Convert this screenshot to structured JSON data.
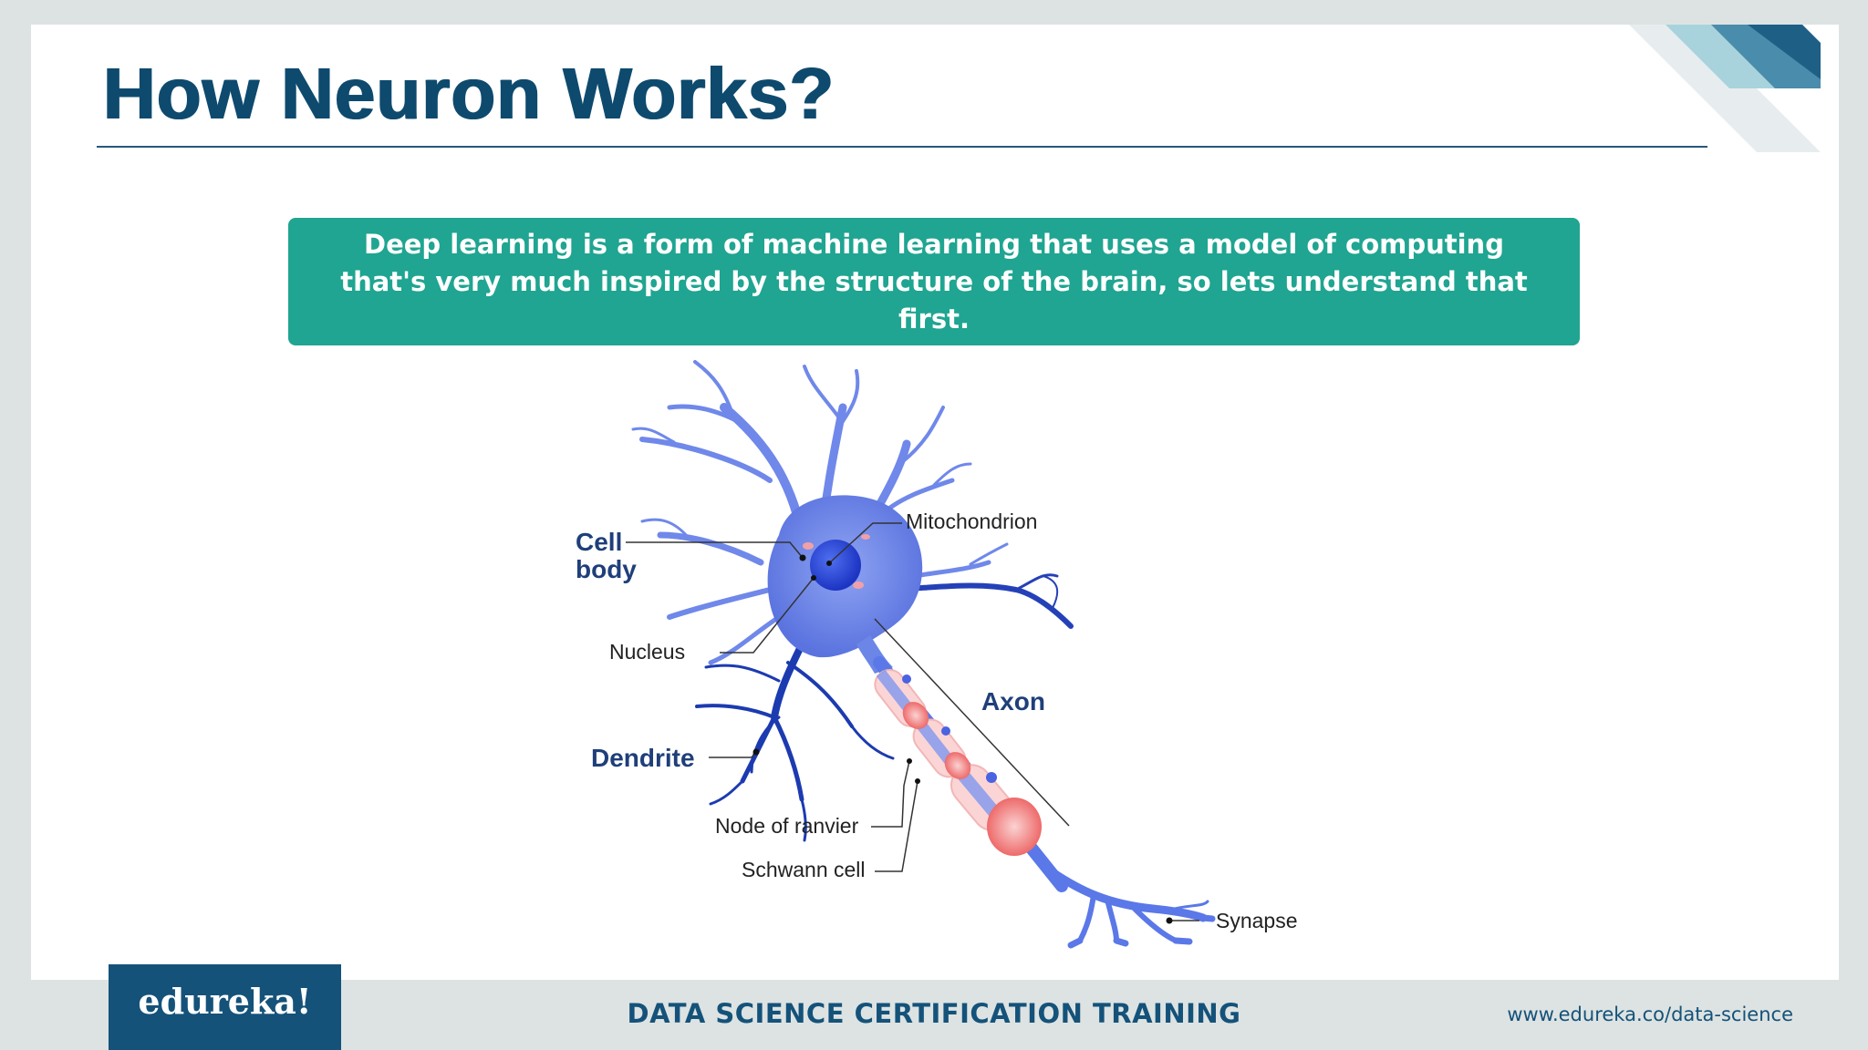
{
  "slide": {
    "title": "How Neuron Works?",
    "intro_text": "Deep learning is a form of machine learning that uses a model of computing that's very much inspired by the structure of the brain, so lets understand that first."
  },
  "diagram": {
    "labels": {
      "cell_body_line1": "Cell",
      "cell_body_line2": "body",
      "mitochondrion": "Mitochondrion",
      "nucleus": "Nucleus",
      "axon": "Axon",
      "dendrite": "Dendrite",
      "node_of_ranvier": "Node of ranvier",
      "schwann_cell": "Schwann cell",
      "synapse": "Synapse"
    }
  },
  "footer": {
    "logo": "edureka!",
    "course_title": "DATA SCIENCE CERTIFICATION TRAINING",
    "url": "www.edureka.co/data-science"
  },
  "colors": {
    "title": "#0e4a6e",
    "accent_box": "#1fa591",
    "footer_blue": "#14527a",
    "neuron_body": "#6b86e6",
    "neuron_dendrite": "#1f3fb5",
    "myelin": "#f9c8c8",
    "node": "#f07474"
  }
}
